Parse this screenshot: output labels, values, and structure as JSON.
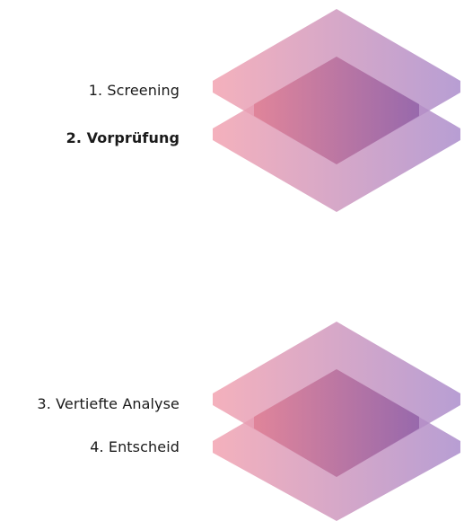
{
  "steps": [
    {
      "label": "1. Screening",
      "active": false
    },
    {
      "label": "2. Vorprüfung",
      "active": true
    },
    {
      "label": "3. Vertiefte Analyse",
      "active": false
    },
    {
      "label": "4. Entscheid",
      "active": false
    }
  ],
  "colors": {
    "pink": "#f2a0ae",
    "violet": "#a07ec6",
    "overlap_pink": "#dc7f93",
    "overlap_violet": "#8e5ea3"
  }
}
